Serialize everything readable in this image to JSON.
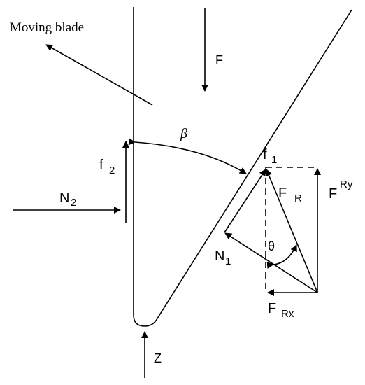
{
  "labels": {
    "moving_blade": "Moving blade",
    "F": "F",
    "beta": "β",
    "f": "f",
    "sub_1": "1",
    "sub_2": "2",
    "N": "N",
    "F_R_main": "F",
    "F_R_sub": "R",
    "F_Ry_sub": "Ry",
    "F_Rx_sub": "Rx",
    "theta": "θ",
    "Z": "Z"
  }
}
